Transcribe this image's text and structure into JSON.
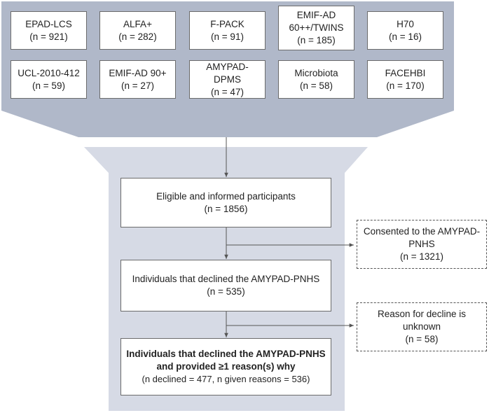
{
  "colors": {
    "funnel_top": "#b0b8c9",
    "funnel_lower": "#d6dae5",
    "box_border": "#6b6b6b",
    "arrow": "#555555"
  },
  "cohorts": [
    {
      "name": "EPAD-LCS",
      "n": "(n = 921)"
    },
    {
      "name": "ALFA+",
      "n": "(n = 282)"
    },
    {
      "name": "F-PACK",
      "n": "(n = 91)"
    },
    {
      "name": "EMIF-AD\n60++/TWINS",
      "n": "(n = 185)"
    },
    {
      "name": "H70",
      "n": "(n = 16)"
    },
    {
      "name": "UCL-2010-412",
      "n": "(n = 59)"
    },
    {
      "name": "EMIF-AD 90+",
      "n": "(n = 27)"
    },
    {
      "name": "AMYPAD-\nDPMS",
      "n": "(n = 47)"
    },
    {
      "name": "Microbiota",
      "n": "(n = 58)"
    },
    {
      "name": "FACEHBI",
      "n": "(n = 170)"
    }
  ],
  "flow": {
    "eligible": {
      "line1": "Eligible and informed participants",
      "line2": "(n = 1856)"
    },
    "declined": {
      "line1": "Individuals that declined the AMYPAD-PNHS",
      "line2": "(n = 535)"
    },
    "reasons": {
      "line1": "Individuals that declined the AMYPAD-PNHS",
      "line2": "and provided ≥1 reason(s) why",
      "line3": "(n declined = 477, n given reasons = 536)"
    }
  },
  "side": {
    "consented": {
      "line1": "Consented to the AMYPAD-",
      "line2": "PNHS",
      "line3": "(n = 1321)"
    },
    "unknown": {
      "line1": "Reason for decline is",
      "line2": "unknown",
      "line3": "(n = 58)"
    }
  }
}
